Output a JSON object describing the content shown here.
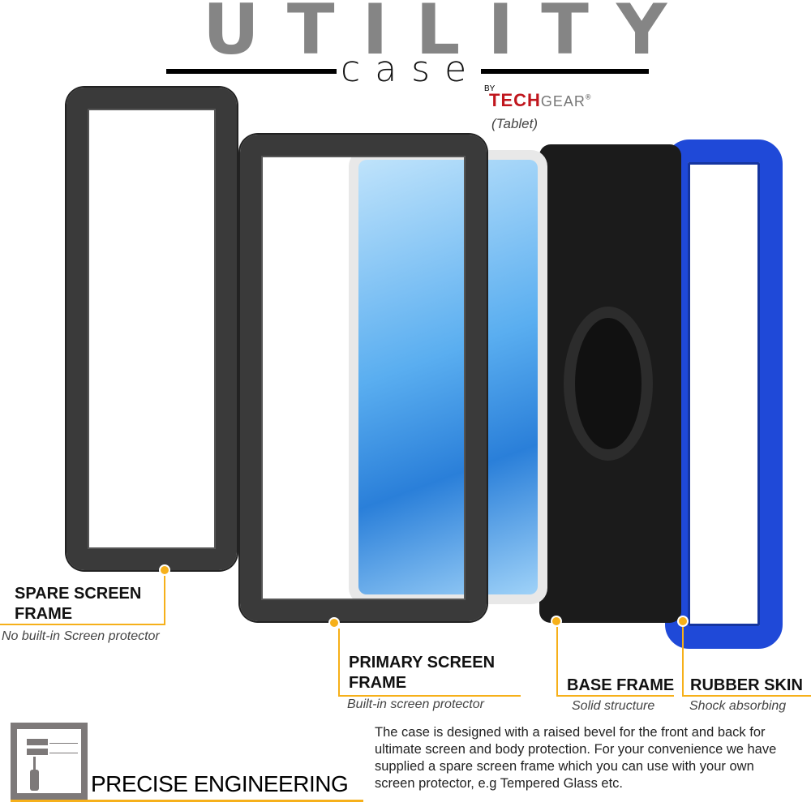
{
  "header": {
    "title": "UTILITY",
    "subtitle": "case",
    "by": "BY",
    "brand_red": "TECH",
    "brand_gray": "GEAR",
    "registered": "®",
    "device_label": "(Tablet)"
  },
  "components": [
    {
      "title": "SPARE SCREEN FRAME",
      "subtitle": "No built-in Screen protector"
    },
    {
      "title": "PRIMARY SCREEN FRAME",
      "subtitle": "Built-in screen protector"
    },
    {
      "title": "BASE FRAME",
      "subtitle": "Solid structure"
    },
    {
      "title": "RUBBER SKIN",
      "subtitle": "Shock absorbing"
    }
  ],
  "feature": {
    "icon": "hammer-icon",
    "title": "PRECISE ENGINEERING",
    "description": "The case is designed with a raised bevel for the front and back for ultimate screen and body protection. For your convenience we have supplied a spare screen frame which you can use with your own screen protector, e.g Tempered Glass etc."
  },
  "colors": {
    "accent": "#f6b01a",
    "brand": "#c0161d",
    "skin": "#1f49d8",
    "frame": "#3a3a3a"
  }
}
